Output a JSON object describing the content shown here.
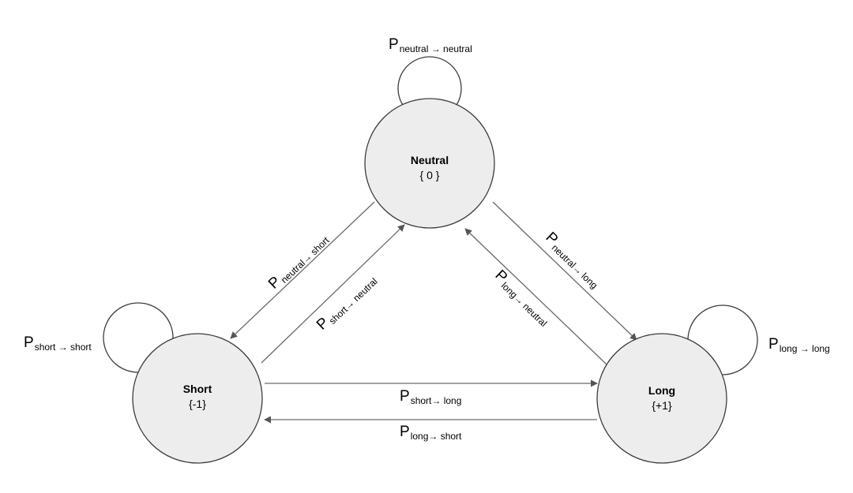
{
  "nodes": {
    "neutral": {
      "name": "Neutral",
      "value": "{ 0 }"
    },
    "short": {
      "name": "Short",
      "value": "{-1}"
    },
    "long": {
      "name": "Long",
      "value": "{+1}"
    }
  },
  "transitions": {
    "neutral_neutral": {
      "symbol": "P",
      "subscript": "neutral → neutral"
    },
    "short_short": {
      "symbol": "P",
      "subscript": "short → short"
    },
    "long_long": {
      "symbol": "P",
      "subscript": "long → long"
    },
    "neutral_short": {
      "symbol": "P",
      "subscript": "neutral→ short"
    },
    "short_neutral": {
      "symbol": "P",
      "subscript": "short→ neutral"
    },
    "long_neutral": {
      "symbol": "P",
      "subscript": "long→ neutral"
    },
    "neutral_long": {
      "symbol": "P",
      "subscript": "neutral→ long"
    },
    "short_long": {
      "symbol": "P",
      "subscript": "short→ long"
    },
    "long_short": {
      "symbol": "P",
      "subscript": "long→ short"
    }
  }
}
